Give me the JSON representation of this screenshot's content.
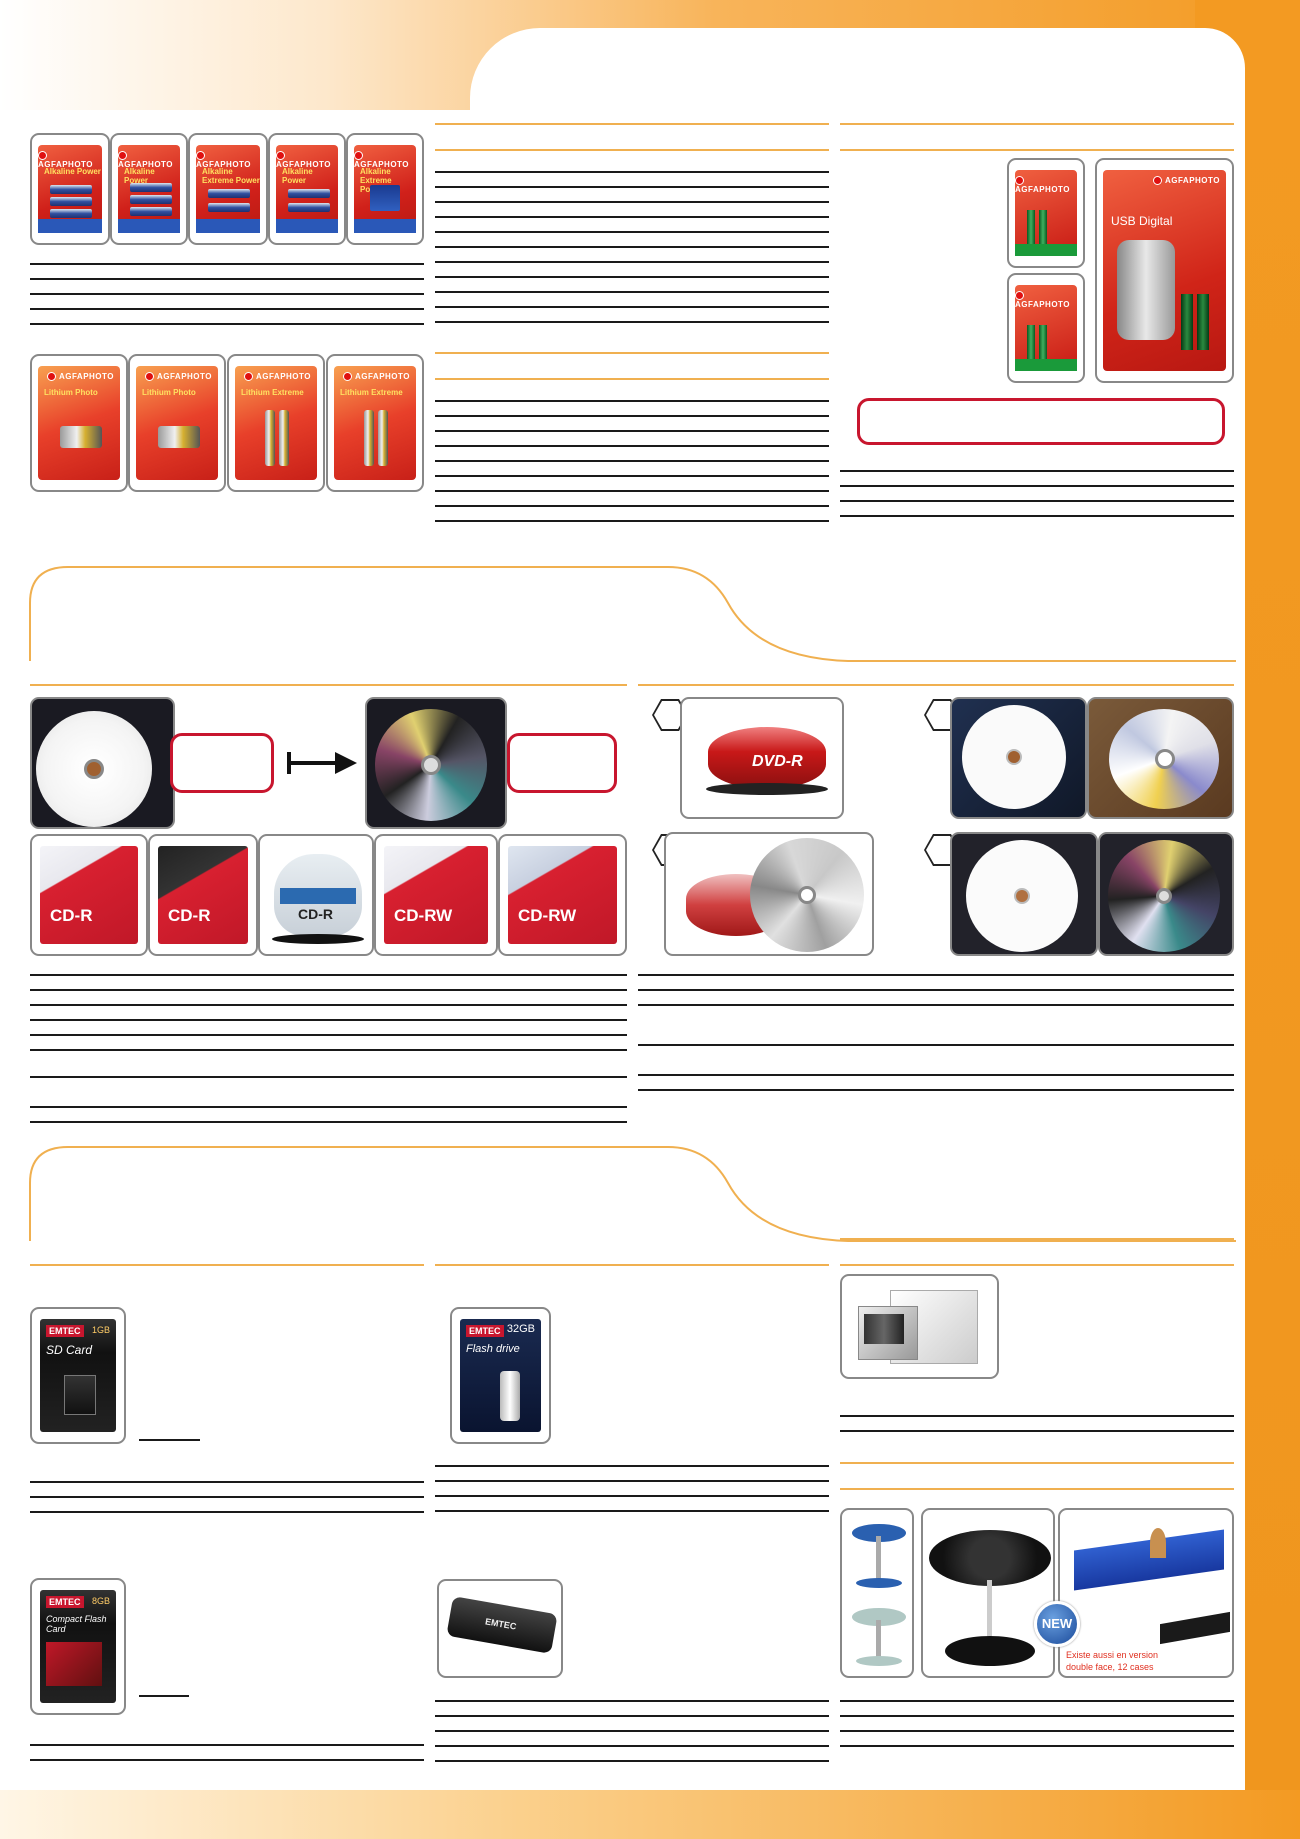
{
  "badges": {
    "new": "NEW"
  },
  "rack_note": {
    "line1": "Existe aussi en version",
    "line2": "double face, 12 cases"
  },
  "product_texts": {
    "alkaline": [
      "Alkaline Power",
      "Alkaline Power",
      "Alkaline Extreme Power",
      "Alkaline Power",
      "Alkaline Extreme Power"
    ],
    "lithium": [
      "Lithium Photo",
      "Lithium Photo",
      "Lithium Extreme",
      "Lithium Extreme"
    ],
    "charger": "USB Digital",
    "cd_boxes": [
      "CD-R",
      "CD-R",
      "CD-R",
      "CD-RW",
      "CD-RW"
    ],
    "dvd_spindle": "DVD-R",
    "sd_card": "SD Card",
    "flash_drive": "Flash drive",
    "compact_flash": "Compact Flash Card",
    "brand_emtec": "EMTEC",
    "brand_agfa": "AGFAPHOTO",
    "sizes": {
      "sd": "1GB",
      "flash": "32GB",
      "cf": "8GB"
    }
  },
  "colors": {
    "accent_orange": "#f29a1e",
    "brand_red": "#c8162e",
    "rule": "#1a1a1a",
    "section_rule": "#f0b050"
  }
}
